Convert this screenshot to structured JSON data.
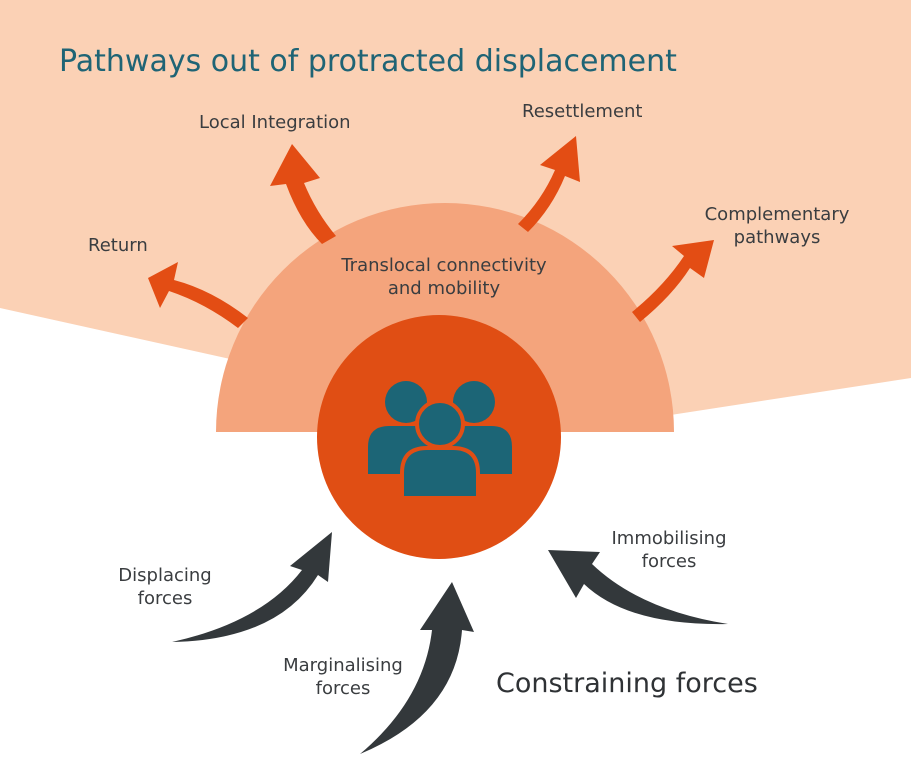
{
  "title": "Pathways out of protracted displacement",
  "center_label": [
    "Translocal connectivity",
    "and mobility"
  ],
  "pathways": {
    "return": "Return",
    "local_integration": "Local Integration",
    "resettlement": "Resettlement",
    "complementary": [
      "Complementary",
      "pathways"
    ]
  },
  "forces": {
    "displacing": [
      "Displacing",
      "forces"
    ],
    "marginalising": [
      "Marginalising",
      "forces"
    ],
    "immobilising": [
      "Immobilising",
      "forces"
    ],
    "constraining": "Constraining forces"
  },
  "icon": "people-group-icon",
  "colors": {
    "background_band": "#fbd1b5",
    "half_circle": "#f4a47c",
    "center_circle": "#e04e14",
    "outward_arrow": "#e34d14",
    "inward_arrow": "#33383b",
    "people_icon": "#1c6576",
    "title": "#1f6475"
  }
}
